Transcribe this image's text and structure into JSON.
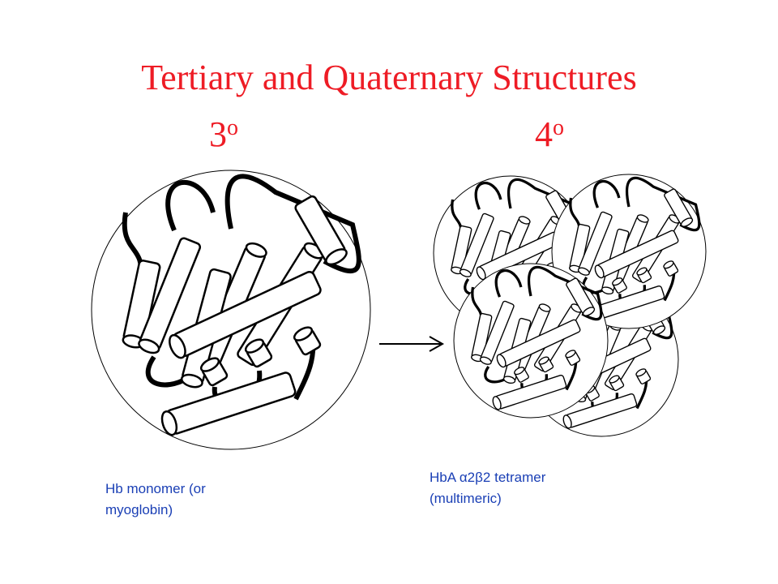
{
  "title": "Tertiary and Quaternary Structures",
  "levels": {
    "tertiary": {
      "number": "3",
      "superscript": "o"
    },
    "quaternary": {
      "number": "4",
      "superscript": "o"
    }
  },
  "captions": {
    "monomer": {
      "line1": "Hb monomer (or",
      "line2": "myoglobin)"
    },
    "tetramer": {
      "line1": "HbA α2β2 tetramer",
      "line2": "(multimeric)"
    }
  },
  "colors": {
    "title": "#ee1c25",
    "caption": "#1a3fb5",
    "ink": "#000000"
  }
}
